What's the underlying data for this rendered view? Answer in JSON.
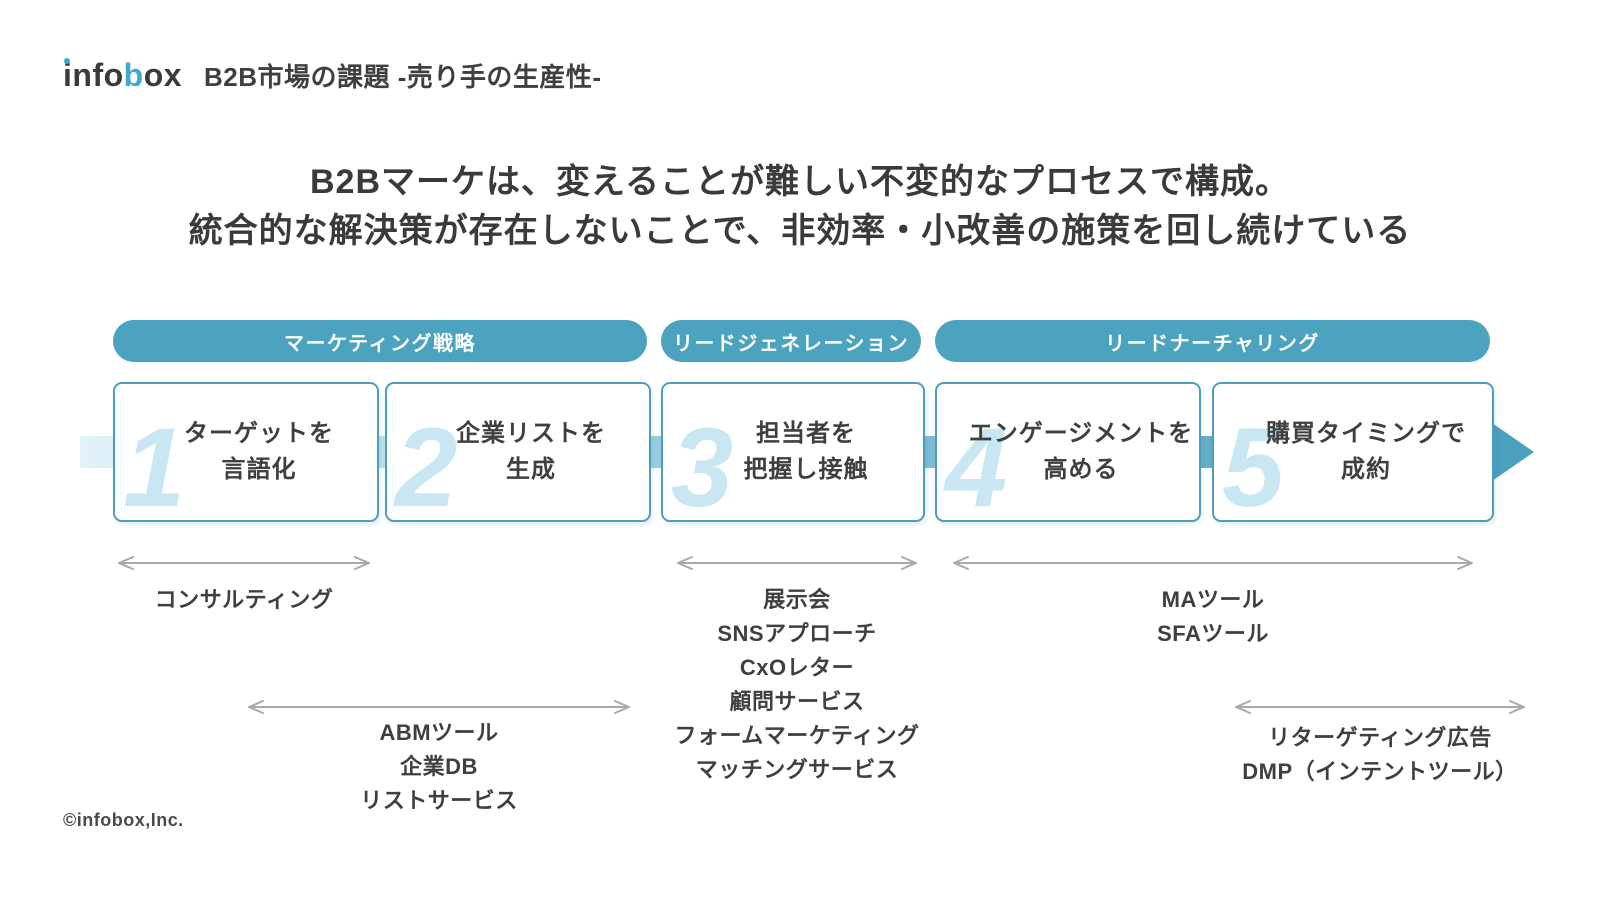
{
  "header": {
    "logo_pre": "i",
    "logo_mid": "nfo",
    "logo_accent": "b",
    "logo_post": "ox",
    "title": "B2B市場の課題 -売り手の生産性-"
  },
  "headline": {
    "line1": "B2Bマーケは、変えることが難しい不変的なプロセスで構成。",
    "line2": "統合的な解決策が存在しないことで、非効率・小改善の施策を回し続けている"
  },
  "phases": [
    {
      "label": "マーケティング戦略"
    },
    {
      "label": "リードジェネレーション"
    },
    {
      "label": "リードナーチャリング"
    }
  ],
  "steps": [
    {
      "number": "1",
      "line1": "ターゲットを",
      "line2": "言語化"
    },
    {
      "number": "2",
      "line1": "企業リストを",
      "line2": "生成"
    },
    {
      "number": "3",
      "line1": "担当者を",
      "line2": "把握し接触"
    },
    {
      "number": "4",
      "line1": "エンゲージメントを",
      "line2": "高める"
    },
    {
      "number": "5",
      "line1": "購買タイミングで",
      "line2": "成約"
    }
  ],
  "solution_groups": [
    {
      "items": [
        "コンサルティング"
      ]
    },
    {
      "items": [
        "ABMツール",
        "企業DB",
        "リストサービス"
      ]
    },
    {
      "items": [
        "展示会",
        "SNSアプローチ",
        "CxOレター",
        "顧問サービス",
        "フォームマーケティング",
        "マッチングサービス"
      ]
    },
    {
      "items": [
        "MAツール",
        "SFAツール"
      ]
    },
    {
      "items": [
        "リターゲティング広告",
        "DMP（インテントツール）"
      ]
    }
  ],
  "footer": {
    "copyright": "©infobox,Inc."
  },
  "colors": {
    "teal": "#4ba3c0",
    "box_border": "#4b9fbd",
    "number_light_blue": "#c9e6f3",
    "text_dark": "#3f3f3f",
    "arrow_gray": "#a9a9a9",
    "logo_accent_blue": "#3fa9d2"
  }
}
